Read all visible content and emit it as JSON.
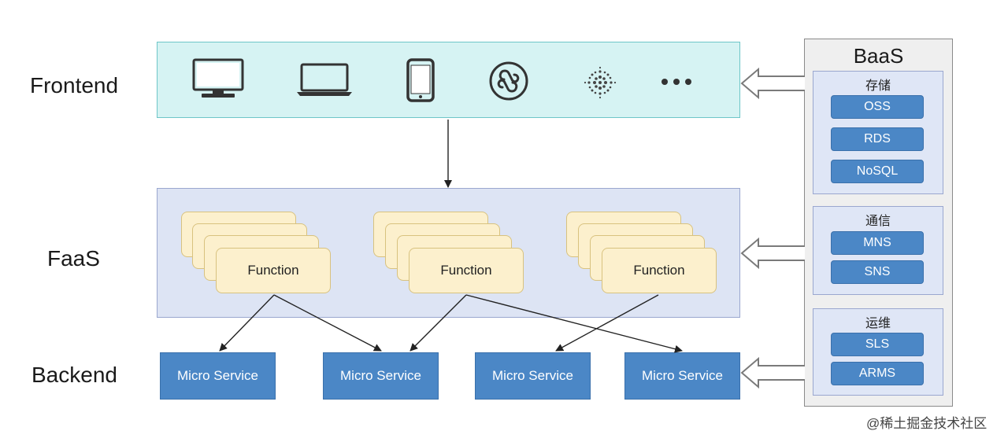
{
  "layers": {
    "frontend": "Frontend",
    "faas": "FaaS",
    "backend": "Backend"
  },
  "frontend_icons": [
    "desktop-monitor-icon",
    "laptop-icon",
    "smartphone-icon",
    "mini-program-icon",
    "iota-logo-icon",
    "ellipsis-icon"
  ],
  "functions": [
    {
      "label": "Function"
    },
    {
      "label": "Function"
    },
    {
      "label": "Function"
    }
  ],
  "micro_services": [
    {
      "label": "Micro Service"
    },
    {
      "label": "Micro Service"
    },
    {
      "label": "Micro Service"
    },
    {
      "label": "Micro Service"
    }
  ],
  "baas": {
    "title": "BaaS",
    "groups": [
      {
        "title": "存储",
        "items": [
          "OSS",
          "RDS",
          "NoSQL"
        ]
      },
      {
        "title": "通信",
        "items": [
          "MNS",
          "SNS"
        ]
      },
      {
        "title": "运维",
        "items": [
          "SLS",
          "ARMS"
        ]
      }
    ]
  },
  "watermark": "@稀土掘金技术社区",
  "colors": {
    "frontend_fill": "#d6f3f3",
    "faas_fill": "#dde4f4",
    "function_fill": "#fcf0cd",
    "service_fill": "#4b87c6",
    "baas_fill": "#efefef"
  }
}
